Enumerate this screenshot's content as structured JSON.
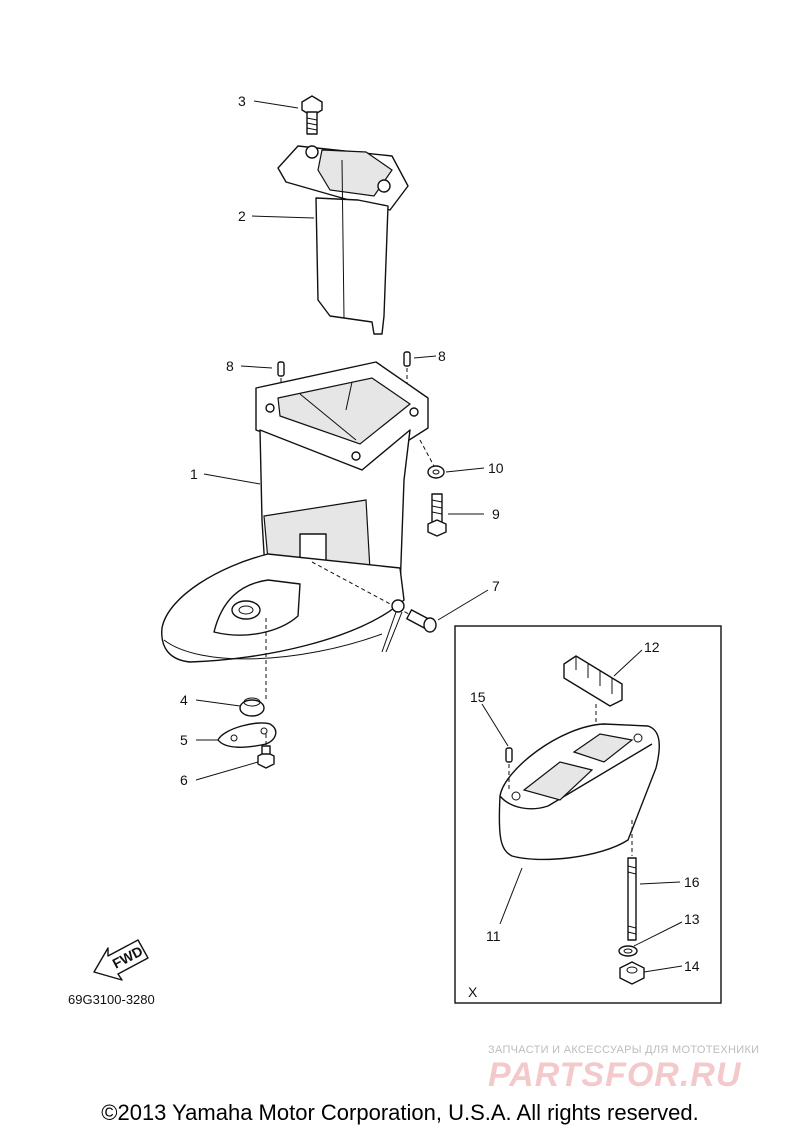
{
  "callouts": [
    {
      "id": "c1",
      "text": "1"
    },
    {
      "id": "c2",
      "text": "2"
    },
    {
      "id": "c3",
      "text": "3"
    },
    {
      "id": "c4",
      "text": "4"
    },
    {
      "id": "c5",
      "text": "5"
    },
    {
      "id": "c6",
      "text": "6"
    },
    {
      "id": "c7",
      "text": "7"
    },
    {
      "id": "c8a",
      "text": "8"
    },
    {
      "id": "c8b",
      "text": "8"
    },
    {
      "id": "c9",
      "text": "9"
    },
    {
      "id": "c10",
      "text": "10"
    },
    {
      "id": "c11",
      "text": "11"
    },
    {
      "id": "c12",
      "text": "12"
    },
    {
      "id": "c13",
      "text": "13"
    },
    {
      "id": "c14",
      "text": "14"
    },
    {
      "id": "c15",
      "text": "15"
    },
    {
      "id": "c16",
      "text": "16"
    }
  ],
  "inset": {
    "label": "X"
  },
  "fwd_label": "FWD",
  "diagram_code": "69G3100-3280",
  "watermark": {
    "tagline": "ЗАПЧАСТИ И АКСЕССУАРЫ ДЛЯ МОТОТЕХНИКИ",
    "brand": "PARTSFOR.RU"
  },
  "copyright": "©2013 Yamaha Motor Corporation, U.S.A. All rights reserved."
}
